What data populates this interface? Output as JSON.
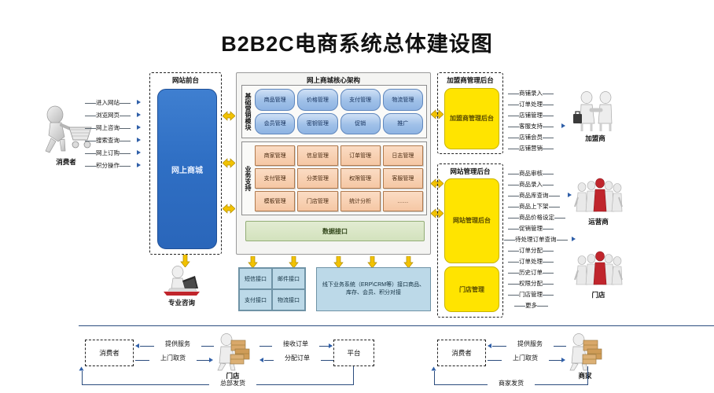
{
  "title": "B2B2C电商系统总体建设图",
  "frontend": {
    "panel_label": "网站前台",
    "box_label": "网上商城"
  },
  "consumer_left": {
    "caption": "消费者",
    "icon": "consumer-cart-icon",
    "actions": [
      "进入网站",
      "浏览网页",
      "网上咨询",
      "搜索查询",
      "网上订购",
      "积分操作"
    ]
  },
  "advisor": {
    "caption": "专业咨询",
    "icon": "advisor-laptop-icon"
  },
  "core": {
    "title": "网上商城核心架构",
    "business": {
      "label": "基础营销模块",
      "items": [
        "商品管理",
        "价格管理",
        "支付管理",
        "物流管理",
        "会员管理",
        "密钥管理",
        "促销",
        "推广"
      ]
    },
    "support": {
      "label": "业务支持",
      "items": [
        "商家管理",
        "信息管理",
        "订单管理",
        "日志管理",
        "支付管理",
        "分类管理",
        "权限管理",
        "客服管理",
        "模板管理",
        "门店管理",
        "统计分析",
        "……"
      ]
    },
    "data_api": "数据接口"
  },
  "interfaces": {
    "grid": [
      "短信接口",
      "邮件接口",
      "支付接口",
      "物流接口"
    ],
    "erp": "线下业务系统（ERP\\CRM等）接口商品、库存、会员、积分对接"
  },
  "franchise_admin": {
    "panel_label": "加盟商管理后台",
    "box_label": "加盟商管理后台",
    "actions": [
      "商铺录入",
      "订单处理",
      "店铺管理",
      "客服支持",
      "店铺会员",
      "店铺营销"
    ],
    "actor_caption": "加盟商",
    "actor_icon": "handshake-icon"
  },
  "site_admin": {
    "panel_label": "网站管理后台",
    "box_label": "网站管理后台",
    "store_box_label": "门店管理",
    "actions": [
      "商品审核",
      "商品录入",
      "商品库查询",
      "商品上下架",
      "商品价格设定",
      "促销管理",
      "待处理订单查询",
      "订单分配",
      "订单处理",
      "历史订单",
      "权限分配",
      "门店管理",
      "更多"
    ],
    "operator_caption": "运营商",
    "operator_icon": "operator-team-icon",
    "store_caption": "门店",
    "store_icon": "store-team-icon"
  },
  "flow_left": {
    "consumer": "消费者",
    "middle": "门店",
    "middle_icon": "courier-boxes-icon",
    "right": "平台",
    "labels": {
      "provide_service": "提供服务",
      "door_pickup": "上门取货",
      "receive_order": "接收订单",
      "assign_order": "分配订单",
      "hq_ship": "总部发货"
    }
  },
  "flow_right": {
    "consumer": "消费者",
    "merchant": "商家",
    "merchant_icon": "courier-boxes-icon",
    "labels": {
      "provide_service": "提供服务",
      "door_pickup": "上门取货",
      "merchant_ship": "商家发货"
    }
  },
  "colors": {
    "frontend_blue": "#2f6fc4",
    "admin_yellow": "#ffe400",
    "arrow_yellow": "#f2c200",
    "module_blue": "#9fc0e8",
    "support_orange": "#f5c7a4",
    "data_green": "#d3e2bd",
    "iface_cyan": "#bcd9e8",
    "line_blue": "#2b4c7e"
  }
}
